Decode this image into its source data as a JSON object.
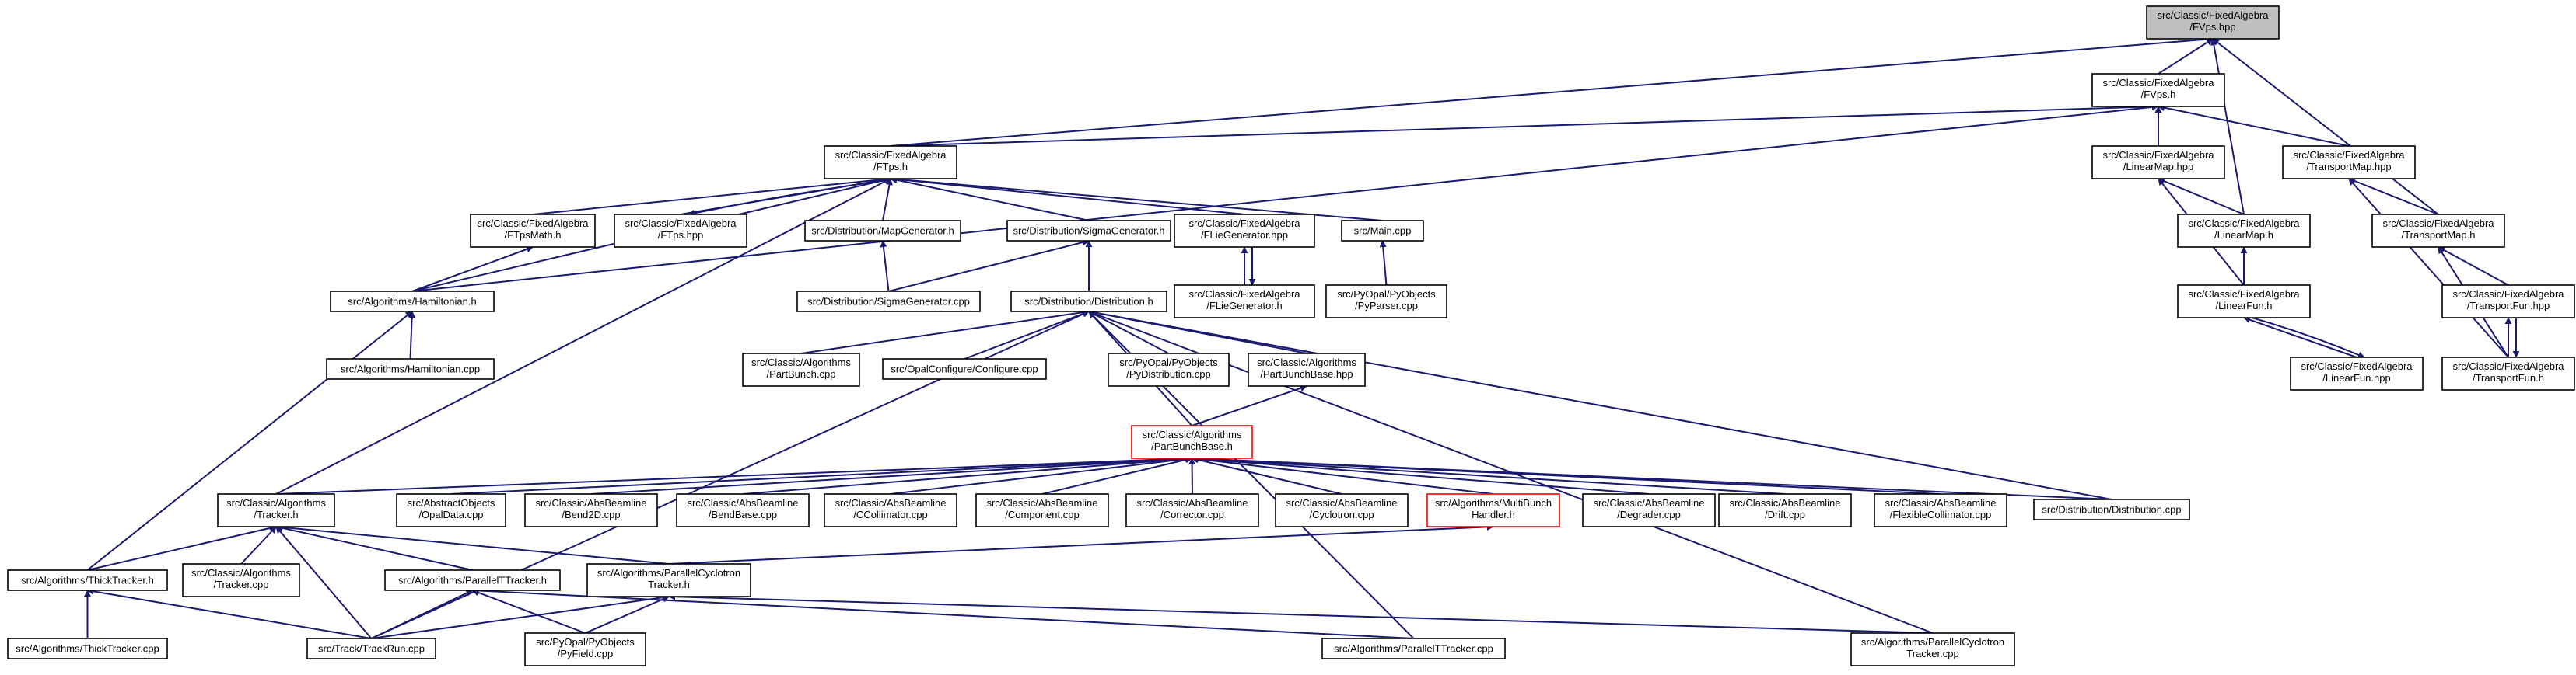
{
  "nodes": {
    "fvps_hpp": [
      "src/Classic/FixedAlgebra",
      "/FVps.hpp"
    ],
    "fvps_h": [
      "src/Classic/FixedAlgebra",
      "/FVps.h"
    ],
    "ftps_h": [
      "src/Classic/FixedAlgebra",
      "/FTps.h"
    ],
    "linearmap_hpp": [
      "src/Classic/FixedAlgebra",
      "/LinearMap.hpp"
    ],
    "transportmap_hpp": [
      "src/Classic/FixedAlgebra",
      "/TransportMap.hpp"
    ],
    "ftpsmath_h": [
      "src/Classic/FixedAlgebra",
      "/FTpsMath.h"
    ],
    "ftps_hpp": [
      "src/Classic/FixedAlgebra",
      "/FTps.hpp"
    ],
    "mapgen_h": [
      "src/Distribution/MapGenerator.h"
    ],
    "sigmagen_h": [
      "src/Distribution/SigmaGenerator.h"
    ],
    "fliegen_hpp": [
      "src/Classic/FixedAlgebra",
      "/FLieGenerator.hpp"
    ],
    "main_cpp": [
      "src/Main.cpp"
    ],
    "linearmap_h": [
      "src/Classic/FixedAlgebra",
      "/LinearMap.h"
    ],
    "transportmap_h": [
      "src/Classic/FixedAlgebra",
      "/TransportMap.h"
    ],
    "hamiltonian_h": [
      "src/Algorithms/Hamiltonian.h"
    ],
    "sigmagen_cpp": [
      "src/Distribution/SigmaGenerator.cpp"
    ],
    "distribution_h": [
      "src/Distribution/Distribution.h"
    ],
    "fliegen_h": [
      "src/Classic/FixedAlgebra",
      "/FLieGenerator.h"
    ],
    "pyparser_cpp": [
      "src/PyOpal/PyObjects",
      "/PyParser.cpp"
    ],
    "linearfun_h": [
      "src/Classic/FixedAlgebra",
      "/LinearFun.h"
    ],
    "transportfun_hpp": [
      "src/Classic/FixedAlgebra",
      "/TransportFun.hpp"
    ],
    "hamiltonian_cpp": [
      "src/Algorithms/Hamiltonian.cpp"
    ],
    "linearfun_hpp": [
      "src/Classic/FixedAlgebra",
      "/LinearFun.hpp"
    ],
    "transportfun_h": [
      "src/Classic/FixedAlgebra",
      "/TransportFun.h"
    ],
    "partbunch_cpp": [
      "src/Classic/Algorithms",
      "/PartBunch.cpp"
    ],
    "opalconfigure_cpp": [
      "src/OpalConfigure/Configure.cpp"
    ],
    "pydistribution_cpp": [
      "src/PyOpal/PyObjects",
      "/PyDistribution.cpp"
    ],
    "partbunchbase_hpp": [
      "src/Classic/Algorithms",
      "/PartBunchBase.hpp"
    ],
    "partbunchbase_h": [
      "src/Classic/Algorithms",
      "/PartBunchBase.h"
    ],
    "tracker_h": [
      "src/Classic/Algorithms",
      "/Tracker.h"
    ],
    "opaldata_cpp": [
      "src/AbstractObjects",
      "/OpalData.cpp"
    ],
    "bend2d_cpp": [
      "src/Classic/AbsBeamline",
      "/Bend2D.cpp"
    ],
    "bendbase_cpp": [
      "src/Classic/AbsBeamline",
      "/BendBase.cpp"
    ],
    "ccollimator_cpp": [
      "src/Classic/AbsBeamline",
      "/CCollimator.cpp"
    ],
    "component_cpp": [
      "src/Classic/AbsBeamline",
      "/Component.cpp"
    ],
    "corrector_cpp": [
      "src/Classic/AbsBeamline",
      "/Corrector.cpp"
    ],
    "cyclotron_cpp": [
      "src/Classic/AbsBeamline",
      "/Cyclotron.cpp"
    ],
    "multibunch_h": [
      "src/Algorithms/MultiBunch",
      "Handler.h"
    ],
    "degrader_cpp": [
      "src/Classic/AbsBeamline",
      "/Degrader.cpp"
    ],
    "drift_cpp": [
      "src/Classic/AbsBeamline",
      "/Drift.cpp"
    ],
    "flexcoll_cpp": [
      "src/Classic/AbsBeamline",
      "/FlexibleCollimator.cpp"
    ],
    "distribution_cpp": [
      "src/Distribution/Distribution.cpp"
    ],
    "thicktracker_h": [
      "src/Algorithms/ThickTracker.h"
    ],
    "tracker_cpp": [
      "src/Classic/Algorithms",
      "/Tracker.cpp"
    ],
    "partracker_h": [
      "src/Algorithms/ParallelTTracker.h"
    ],
    "parcyc_h": [
      "src/Algorithms/ParallelCyclotron",
      "Tracker.h"
    ],
    "thicktracker_cpp": [
      "src/Algorithms/ThickTracker.cpp"
    ],
    "trackrun_cpp": [
      "src/Track/TrackRun.cpp"
    ],
    "pyfield_cpp": [
      "src/PyOpal/PyObjects",
      "/PyField.cpp"
    ],
    "partracker_cpp": [
      "src/Algorithms/ParallelTTracker.cpp"
    ],
    "parcyc_cpp": [
      "src/Algorithms/ParallelCyclotron",
      "Tracker.cpp"
    ]
  },
  "colors": {
    "edge": "#191970",
    "root_fill": "#bfbfbf",
    "node_border": "#000000",
    "truncated_border": "#ff0000"
  }
}
